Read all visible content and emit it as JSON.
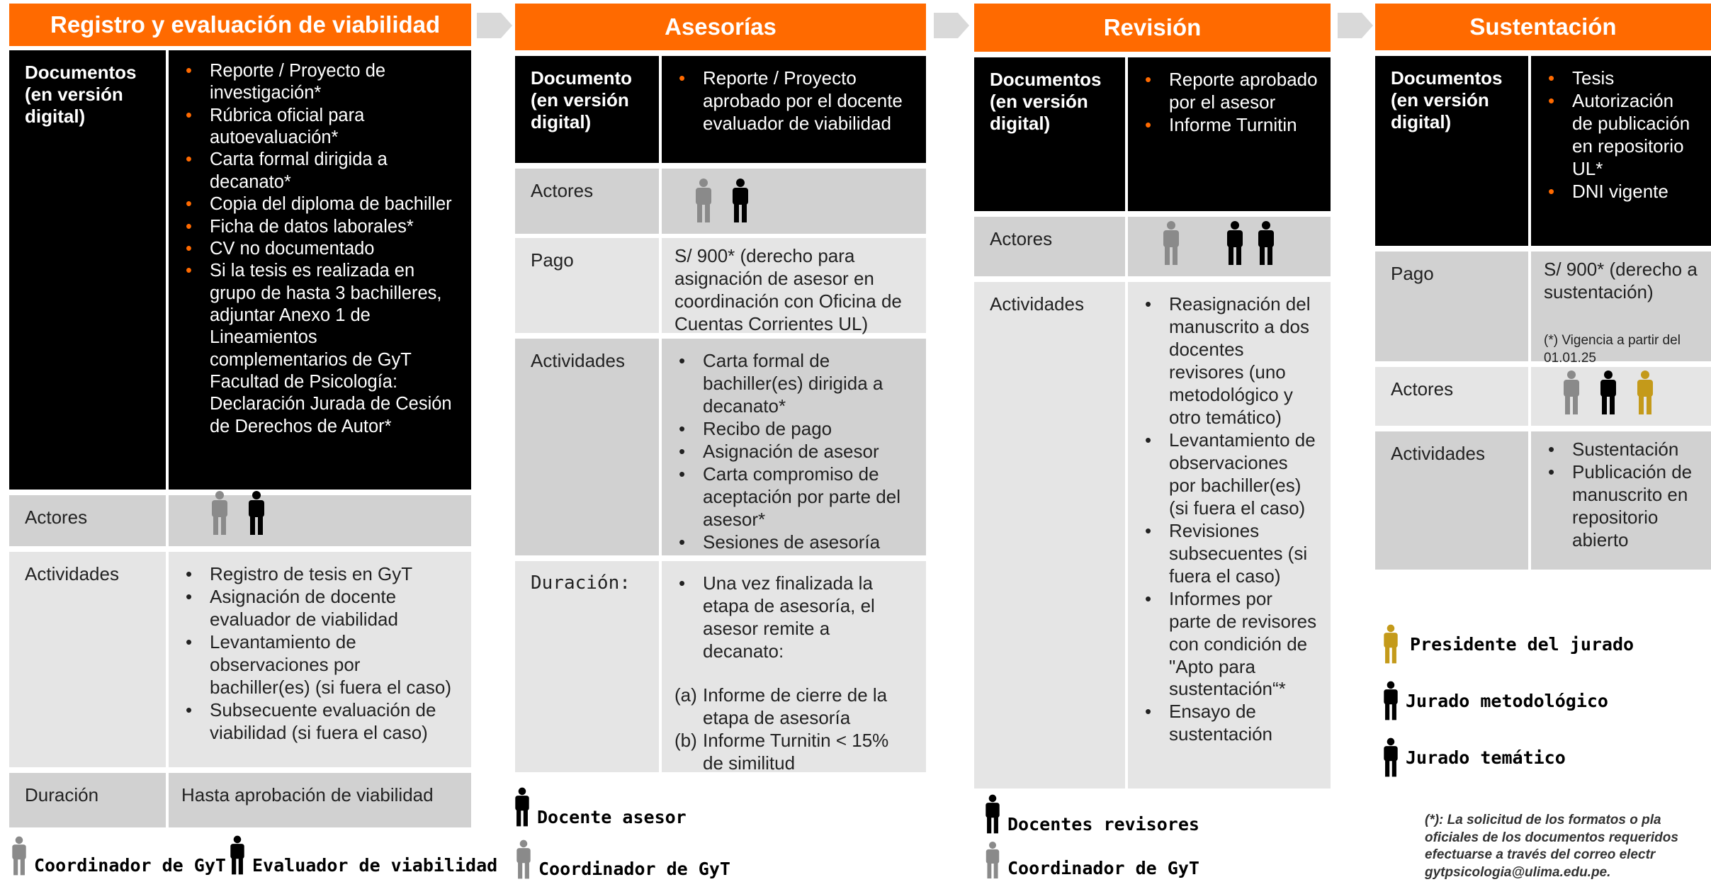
{
  "colors": {
    "accent": "#ff6a00",
    "gold": "#c49a1a",
    "gray_icon": "#8a8a8a"
  },
  "stage1": {
    "title": "Registro y evaluación de viabilidad",
    "docs_label": "Documentos (en versión digital)",
    "docs": [
      "Reporte / Proyecto de investigación*",
      "Rúbrica oficial para autoevaluación*",
      "Carta formal dirigida a decanato*",
      "Copia del diploma de bachiller",
      "Ficha de datos laborales*",
      "CV no documentado",
      "Si la tesis es realizada en grupo de hasta 3 bachilleres, adjuntar Anexo 1 de Lineamientos complementarios de GyT Facultad de Psicología: Declaración Jurada de Cesión de Derechos de Autor*"
    ],
    "actores_label": "Actores",
    "actividades_label": "Actividades",
    "actividades": [
      "Registro de tesis en GyT",
      "Asignación de docente evaluador de viabilidad",
      "Levantamiento de observaciones por bachiller(es) (si fuera el caso)",
      "Subsecuente evaluación de viabilidad (si fuera el caso)"
    ],
    "duracion_label": "Duración",
    "duracion": "Hasta aprobación de viabilidad",
    "legend": [
      "Coordinador de GyT",
      "Evaluador de viabilidad"
    ]
  },
  "stage2": {
    "title": "Asesorías",
    "docs_label": "Documento (en versión digital)",
    "docs": [
      "Reporte / Proyecto aprobado por el docente evaluador de viabilidad"
    ],
    "actores_label": "Actores",
    "pago_label": "Pago",
    "pago": "S/ 900* (derecho para asignación de asesor en coordinación con Oficina de Cuentas Corrientes UL)",
    "actividades_label": "Actividades",
    "actividades": [
      "Carta formal de bachiller(es) dirigida a decanato*",
      "Recibo de pago",
      "Asignación de asesor",
      "Carta compromiso de aceptación por parte del asesor*",
      "Sesiones de asesoría"
    ],
    "duracion_label": "Duración:",
    "duracion_items": [
      "Una vez finalizada la etapa de asesoría, el asesor remite a decanato:"
    ],
    "duracion_sub": [
      {
        "mark": "(a)",
        "text": "Informe de cierre de la etapa de asesoría"
      },
      {
        "mark": "(b)",
        "text": "Informe Turnitin < 15% de similitud"
      }
    ],
    "legend": [
      "Docente asesor",
      "Coordinador de GyT"
    ]
  },
  "stage3": {
    "title": "Revisión",
    "docs_label": "Documentos (en versión digital)",
    "docs": [
      "Reporte aprobado por el asesor",
      "Informe Turnitin"
    ],
    "actores_label": "Actores",
    "actividades_label": "Actividades",
    "actividades": [
      "Reasignación del manuscrito a dos docentes revisores (uno metodológico y otro temático)",
      "Levantamiento de observaciones por bachiller(es) (si fuera el caso)",
      "Revisiones subsecuentes (si fuera el caso)",
      "Informes por parte de revisores con condición de \"Apto para sustentación“*",
      "Ensayo de sustentación"
    ],
    "legend": [
      "Docentes revisores",
      "Coordinador de GyT"
    ]
  },
  "stage4": {
    "title": "Sustentación",
    "docs_label": "Documentos (en versión digital)",
    "docs": [
      "Tesis",
      "Autorización de publicación en repositorio UL*",
      "DNI vigente"
    ],
    "pago_label": "Pago",
    "pago": "S/ 900* (derecho a sustentación)",
    "pago_note": "(*) Vigencia a partir del 01.01.25",
    "actores_label": "Actores",
    "actividades_label": "Actividades",
    "actividades": [
      "Sustentación",
      "Publicación de manuscrito en repositorio abierto"
    ],
    "legend": [
      "Presidente del jurado",
      "Jurado metodológico",
      "Jurado temático"
    ],
    "footnote": [
      "(*): La solicitud de los formatos o pla",
      "oficiales de los documentos requeridos",
      "efectuarse a través del correo electr",
      "gytpsicologia@ulima.edu.pe."
    ]
  }
}
